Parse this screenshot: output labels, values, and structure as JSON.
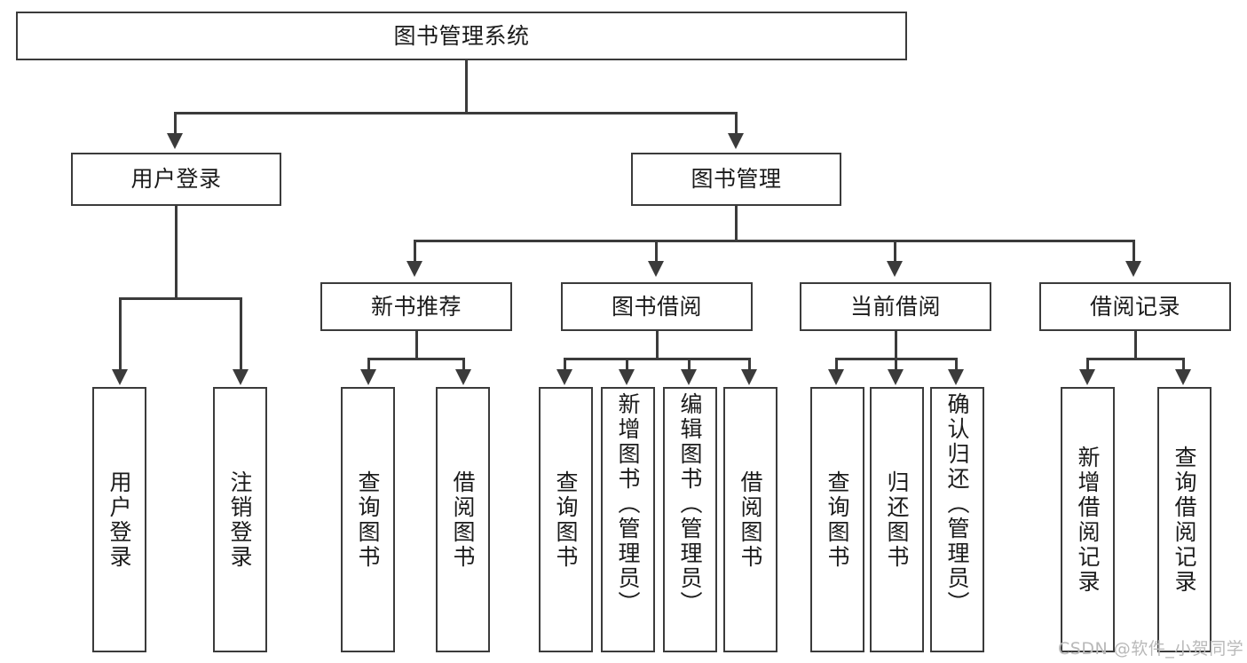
{
  "diagram": {
    "title": "图书管理系统",
    "type": "hierarchy-tree",
    "root": {
      "label": "图书管理系统"
    },
    "level2": [
      {
        "label": "用户登录"
      },
      {
        "label": "图书管理"
      }
    ],
    "level3": [
      {
        "label": "新书推荐"
      },
      {
        "label": "图书借阅"
      },
      {
        "label": "当前借阅"
      },
      {
        "label": "借阅记录"
      }
    ],
    "leaves": {
      "user_login": [
        {
          "label": "用户登录"
        },
        {
          "label": "注销登录"
        }
      ],
      "new_book_recommend": [
        {
          "label": "查询图书"
        },
        {
          "label": "借阅图书"
        }
      ],
      "book_borrow": [
        {
          "label": "查询图书"
        },
        {
          "label": "新增图书（管理员）"
        },
        {
          "label": "编辑图书（管理员）"
        },
        {
          "label": "借阅图书"
        }
      ],
      "current_borrow": [
        {
          "label": "查询图书"
        },
        {
          "label": "归还图书"
        },
        {
          "label": "确认归还（管理员）"
        }
      ],
      "borrow_records": [
        {
          "label": "新增借阅记录"
        },
        {
          "label": "查询借阅记录"
        }
      ]
    }
  },
  "watermark": {
    "text": "CSDN @软件_小贺同学"
  },
  "colors": {
    "stroke": "#3b3b3b",
    "text": "#1b1b1b",
    "background": "#ffffff",
    "watermark": "#b9b9b9"
  }
}
